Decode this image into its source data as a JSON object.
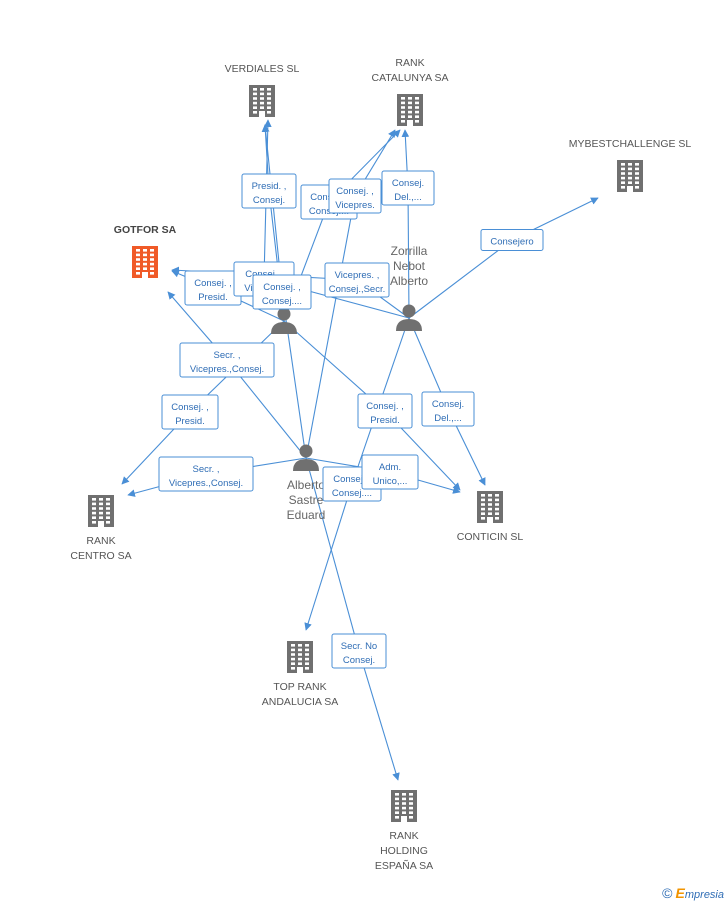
{
  "nodes": [
    {
      "id": "verdiales",
      "type": "company",
      "lines": [
        "VERDIALES SL"
      ],
      "color": "#707070"
    },
    {
      "id": "rank_catalunya",
      "type": "company",
      "lines": [
        "RANK",
        "CATALUNYA SA"
      ],
      "color": "#707070"
    },
    {
      "id": "mybest",
      "type": "company",
      "lines": [
        "MYBESTCHALLENGE SL"
      ],
      "color": "#707070"
    },
    {
      "id": "gotfor",
      "type": "company",
      "lines": [
        "GOTFOR SA"
      ],
      "color": "#f05a28",
      "focus": true
    },
    {
      "id": "rank_centro",
      "type": "company",
      "lines": [
        "RANK",
        "CENTRO SA"
      ],
      "color": "#707070"
    },
    {
      "id": "conticin",
      "type": "company",
      "lines": [
        "CONTICIN SL"
      ],
      "color": "#707070"
    },
    {
      "id": "top_rank",
      "type": "company",
      "lines": [
        "TOP RANK",
        "ANDALUCIA SA"
      ],
      "color": "#707070"
    },
    {
      "id": "rank_holding",
      "type": "company",
      "lines": [
        "RANK",
        "HOLDING",
        "ESPAÑA SA"
      ],
      "color": "#707070"
    },
    {
      "id": "p1",
      "type": "person",
      "lines": [],
      "color": "#707070"
    },
    {
      "id": "p2",
      "type": "person",
      "lines": [
        "Zorrilla",
        "Nebot",
        "Alberto"
      ],
      "color": "#707070"
    },
    {
      "id": "p3",
      "type": "person",
      "lines": [
        "Alberto",
        "Sastre",
        "Eduard"
      ],
      "color": "#707070"
    }
  ],
  "edges": [
    {
      "from": "p1",
      "to": "verdiales",
      "lines": [
        "Presid. ,",
        "Consej."
      ]
    },
    {
      "from": "p1",
      "to": "rank_catalunya",
      "lines": [
        "Consej. ,",
        "Consej...."
      ]
    },
    {
      "from": "p1",
      "to": "gotfor",
      "lines": [
        "Consej. ,",
        "Presid."
      ]
    },
    {
      "from": "p1",
      "to": "rank_centro",
      "lines": [
        "Consej. ,",
        "Presid."
      ]
    },
    {
      "from": "p1",
      "to": "conticin",
      "lines": [
        "Consej. ,",
        "Presid."
      ]
    },
    {
      "from": "p2",
      "to": "verdiales",
      "lines": [
        "Consej. ,",
        "Vicepres."
      ]
    },
    {
      "from": "p2",
      "to": "rank_catalunya",
      "lines": [
        "Consej.",
        "Del.,..."
      ]
    },
    {
      "from": "p2",
      "to": "mybest",
      "lines": [
        "Consejero"
      ]
    },
    {
      "from": "p2",
      "to": "gotfor",
      "lines": [
        "Vicepres. ,",
        "Consej.,Secr."
      ]
    },
    {
      "from": "p2",
      "to": "conticin",
      "lines": [
        "Consej.",
        "Del.,..."
      ]
    },
    {
      "from": "p2",
      "to": "top_rank",
      "lines": [
        "Consej. ,",
        "Consej...."
      ]
    },
    {
      "from": "p3",
      "to": "verdiales",
      "lines": [
        "Consej. ,",
        "Consej...."
      ]
    },
    {
      "from": "p3",
      "to": "rank_catalunya",
      "lines": [
        "Consej. ,",
        "Vicepres."
      ]
    },
    {
      "from": "p3",
      "to": "gotfor",
      "lines": [
        "Secr. ,",
        "Vicepres.,Consej."
      ]
    },
    {
      "from": "p3",
      "to": "rank_centro",
      "lines": [
        "Secr. ,",
        "Vicepres.,Consej."
      ]
    },
    {
      "from": "p3",
      "to": "conticin",
      "lines": [
        "Adm.",
        "Unico,..."
      ]
    },
    {
      "from": "p3",
      "to": "rank_holding",
      "lines": [
        "Secr.  No",
        "Consej."
      ]
    }
  ],
  "watermark": {
    "copyright": "©",
    "brand_initial": "E",
    "brand_rest": "mpresia"
  }
}
